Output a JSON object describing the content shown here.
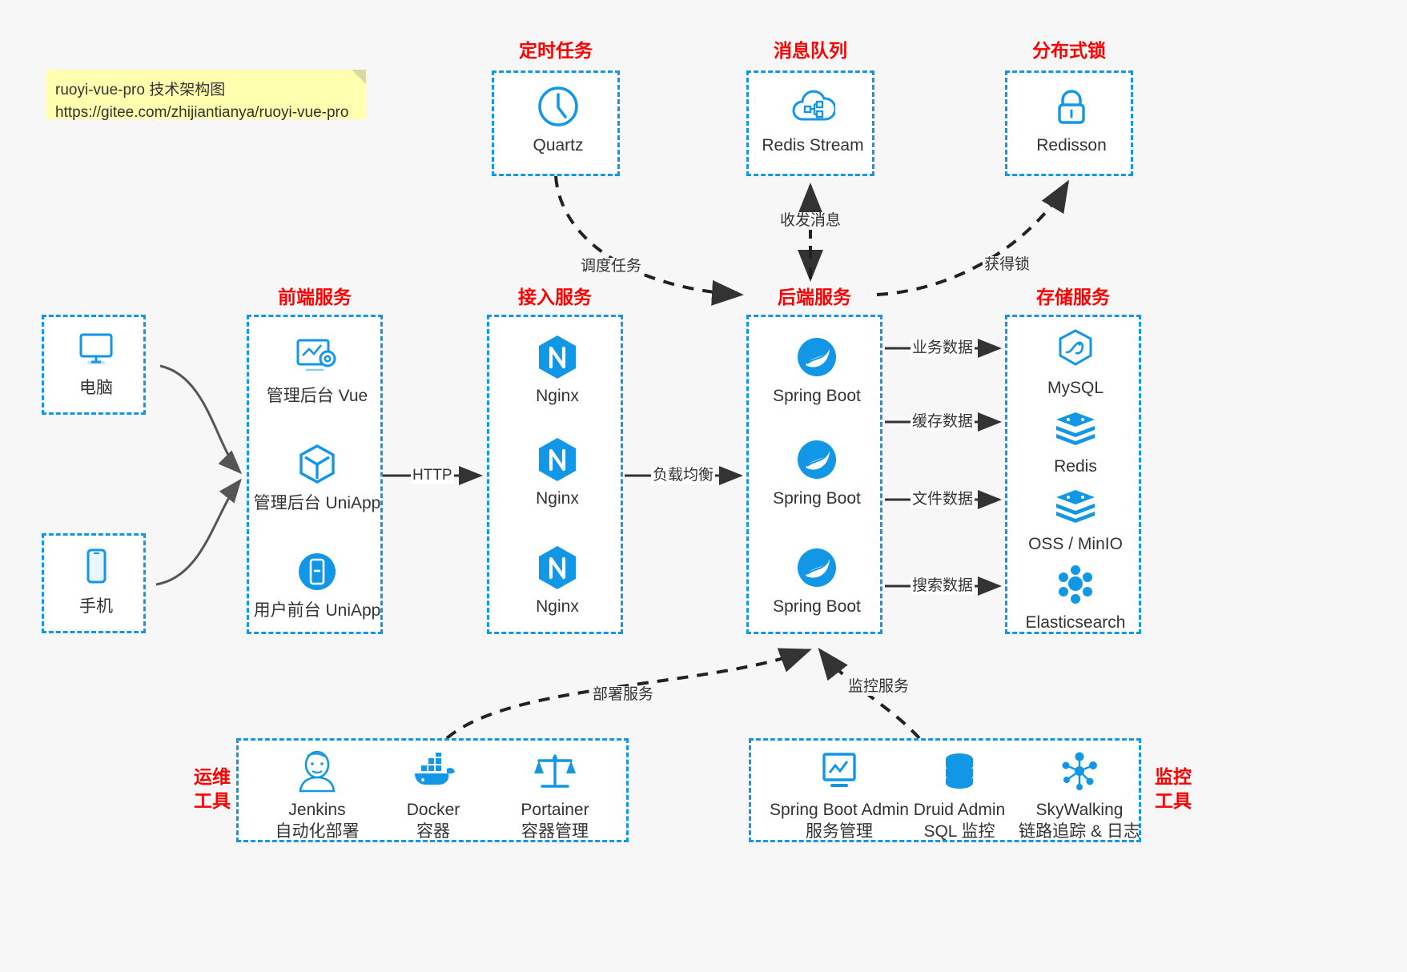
{
  "note": {
    "line1": "ruoyi-vue-pro 技术架构图",
    "line2": "https://gitee.com/zhijiantianya/ruoyi-vue-pro"
  },
  "colors": {
    "box_border": "#1296e6",
    "group_title": "#ff0000",
    "icon_blue": "#1296e6",
    "arrow": "#333333",
    "background": "#f7f7f7",
    "note_bg": "#ffffaf"
  },
  "groups": {
    "scheduled_task": {
      "title": "定时任务",
      "nodes": [
        {
          "label": "Quartz",
          "icon": "clock-icon"
        }
      ]
    },
    "message_queue": {
      "title": "消息队列",
      "nodes": [
        {
          "label": "Redis Stream",
          "icon": "cloud-network-icon"
        }
      ]
    },
    "distributed_lock": {
      "title": "分布式锁",
      "nodes": [
        {
          "label": "Redisson",
          "icon": "lock-icon"
        }
      ]
    },
    "client_pc": {
      "title": "",
      "nodes": [
        {
          "label": "电脑",
          "icon": "monitor-icon"
        }
      ]
    },
    "client_phone": {
      "title": "",
      "nodes": [
        {
          "label": "手机",
          "icon": "phone-icon"
        }
      ]
    },
    "frontend": {
      "title": "前端服务",
      "nodes": [
        {
          "label": "管理后台 Vue",
          "icon": "dashboard-gear-icon"
        },
        {
          "label": "管理后台 UniApp",
          "icon": "cube-icon"
        },
        {
          "label": "用户前台 UniApp",
          "icon": "mobile-app-icon"
        }
      ]
    },
    "gateway": {
      "title": "接入服务",
      "nodes": [
        {
          "label": "Nginx",
          "icon": "nginx-icon"
        },
        {
          "label": "Nginx",
          "icon": "nginx-icon"
        },
        {
          "label": "Nginx",
          "icon": "nginx-icon"
        }
      ]
    },
    "backend": {
      "title": "后端服务",
      "nodes": [
        {
          "label": "Spring Boot",
          "icon": "spring-boot-icon"
        },
        {
          "label": "Spring Boot",
          "icon": "spring-boot-icon"
        },
        {
          "label": "Spring Boot",
          "icon": "spring-boot-icon"
        }
      ]
    },
    "storage": {
      "title": "存储服务",
      "nodes": [
        {
          "label": "MySQL",
          "icon": "mysql-icon"
        },
        {
          "label": "Redis",
          "icon": "redis-icon"
        },
        {
          "label": "OSS / MinIO",
          "icon": "oss-icon"
        },
        {
          "label": "Elasticsearch",
          "icon": "elasticsearch-icon"
        }
      ]
    },
    "devops": {
      "title_line1": "运维",
      "title_line2": "工具",
      "nodes": [
        {
          "label": "Jenkins",
          "sub": "自动化部署",
          "icon": "jenkins-icon"
        },
        {
          "label": "Docker",
          "sub": "容器",
          "icon": "docker-icon"
        },
        {
          "label": "Portainer",
          "sub": "容器管理",
          "icon": "scales-icon"
        }
      ]
    },
    "monitor": {
      "title_line1": "监控",
      "title_line2": "工具",
      "nodes": [
        {
          "label": "Spring Boot Admin",
          "sub": "服务管理",
          "icon": "monitor-chart-icon"
        },
        {
          "label": "Druid Admin",
          "sub": "SQL 监控",
          "icon": "database-icon"
        },
        {
          "label": "SkyWalking",
          "sub": "链路追踪 & 日志",
          "icon": "skywalking-icon"
        }
      ]
    }
  },
  "edges": {
    "schedule_task": "调度任务",
    "send_receive_message": "收发消息",
    "acquire_lock": "获得锁",
    "http": "HTTP",
    "load_balance": "负载均衡",
    "business_data": "业务数据",
    "cache_data": "缓存数据",
    "file_data": "文件数据",
    "search_data": "搜索数据",
    "deploy_service": "部署服务",
    "monitor_service": "监控服务"
  }
}
